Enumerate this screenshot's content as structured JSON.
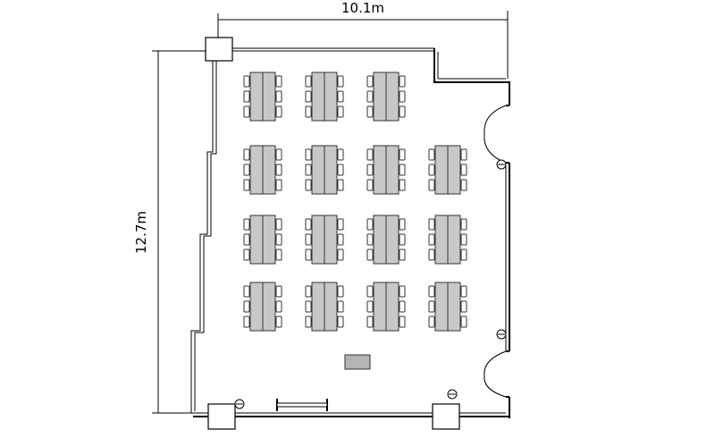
{
  "floor_plan": {
    "width_label": "10.1m",
    "height_label": "12.7m",
    "table_rows": [
      {
        "row": 1,
        "table_groups": 3
      },
      {
        "row": 2,
        "table_groups": 4
      },
      {
        "row": 3,
        "table_groups": 4
      },
      {
        "row": 4,
        "table_groups": 4
      }
    ],
    "colors": {
      "wall": "#000000",
      "table_fill": "#c8c8c8",
      "table_stroke": "#333333",
      "podium_fill": "#b4b4b4"
    }
  }
}
